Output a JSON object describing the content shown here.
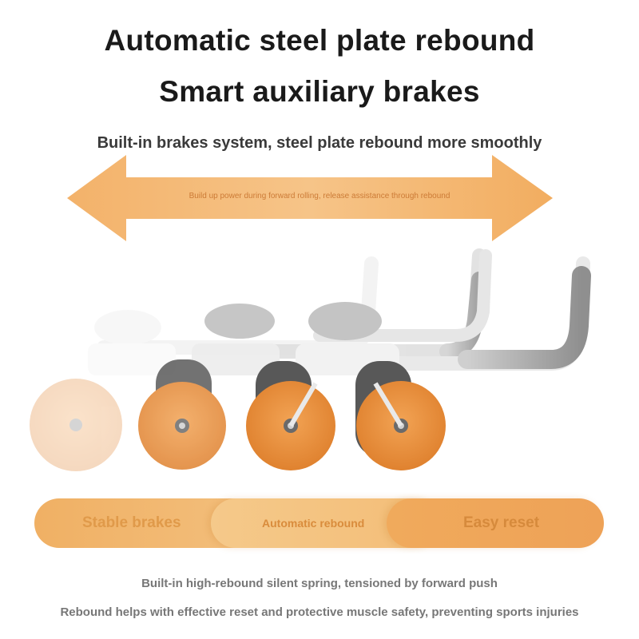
{
  "headline": {
    "line1": "Automatic steel plate rebound",
    "line2": "Smart auxiliary brakes"
  },
  "subheadline": "Built-in brakes system, steel plate rebound more smoothly",
  "arrow": {
    "label": "Build up power during forward rolling, release assistance through rebound",
    "color": "#f1b36a"
  },
  "features": [
    {
      "label": "Stable brakes"
    },
    {
      "label": "Automatic rebound"
    },
    {
      "label": "Easy reset"
    }
  ],
  "footer": {
    "line1": "Built-in high-rebound silent spring, tensioned by forward push",
    "line2": "Rebound helps with effective reset and protective muscle safety, preventing sports injuries"
  },
  "colors": {
    "wheel_orange": "#e98f3b",
    "frame_white": "#efefef",
    "handle_gray": "#9a9a9a",
    "text_dark": "#1a1a1a",
    "text_gray": "#777777"
  }
}
